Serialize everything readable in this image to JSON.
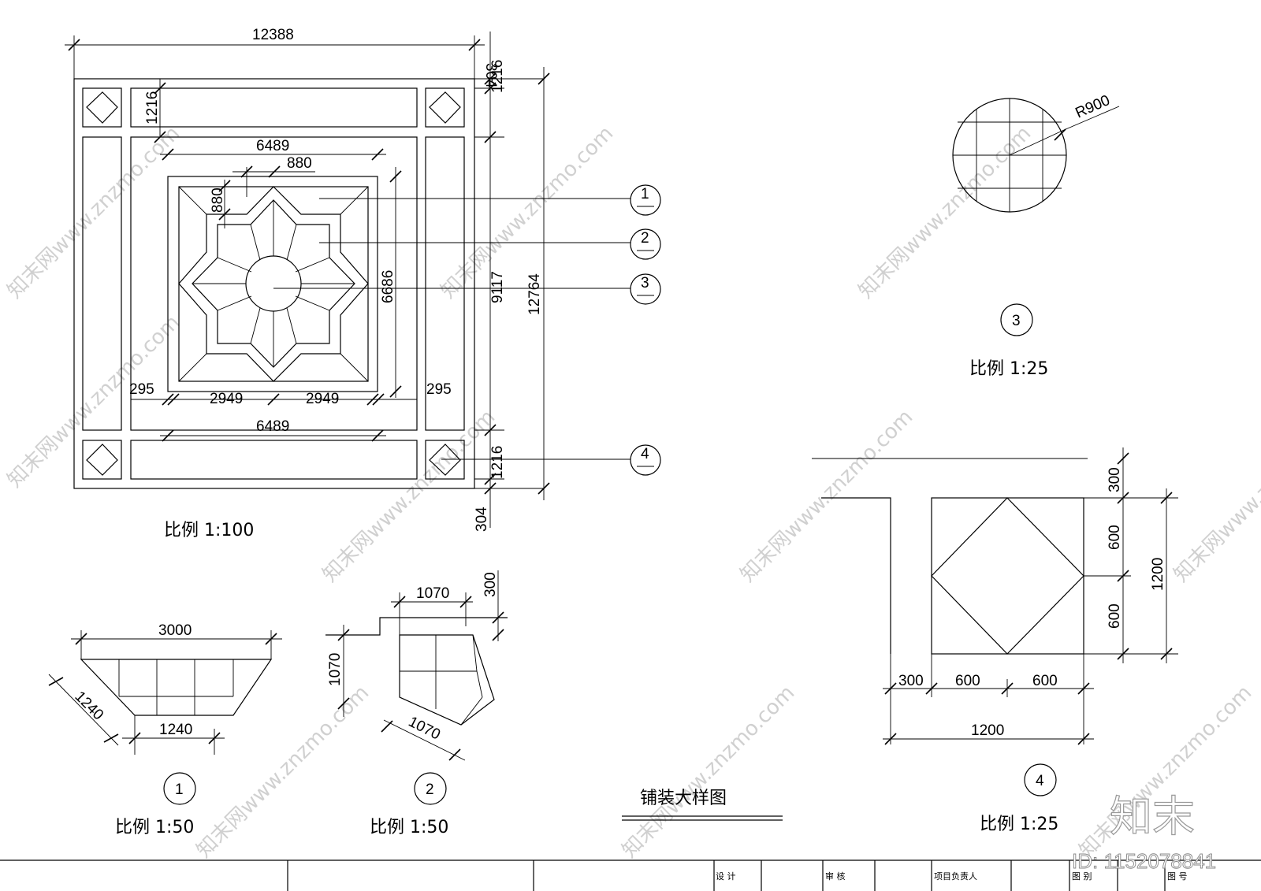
{
  "main_plan": {
    "dims": {
      "overall_width": "12388",
      "top_border": "304",
      "top_strip": "1216",
      "inner_width_top": "6489",
      "module_top": "880",
      "module_side": "880",
      "inner_height": "6686",
      "middle_height": "9117",
      "overall_height": "12764",
      "left_gap": "295",
      "half_left": "2949",
      "half_right": "2949",
      "right_gap": "295",
      "inner_width_bottom": "6489",
      "bottom_strip": "1216",
      "bottom_border": "304"
    },
    "callouts": [
      "1",
      "2",
      "3",
      "4"
    ],
    "scale": "比例 1:100"
  },
  "detail_3": {
    "radius_label": "R900",
    "callout": "3",
    "scale": "比例 1:25"
  },
  "detail_4": {
    "dims": {
      "top": "300",
      "upper": "600",
      "lower": "600",
      "total_v": "1200",
      "left": "300",
      "mid1": "600",
      "mid2": "600",
      "total_h": "1200"
    },
    "callout": "4",
    "scale": "比例 1:25"
  },
  "detail_1": {
    "dims": {
      "top": "3000",
      "slant": "1240",
      "bottom": "1240"
    },
    "callout": "1",
    "scale": "比例 1:50"
  },
  "detail_2": {
    "dims": {
      "top": "1070",
      "corner": "300",
      "left": "1070",
      "slant": "1070"
    },
    "callout": "2",
    "scale": "比例 1:50"
  },
  "drawing_title": "铺装大样图",
  "title_block": {
    "design": "设 计",
    "review": "审 核",
    "project_lead": "项目负责人",
    "drawing_category": "图 别",
    "drawing_number": "图 号"
  },
  "watermark": {
    "text": "知末网www.znzmo.com",
    "logo": "知末",
    "id": "ID: 1152078841"
  }
}
